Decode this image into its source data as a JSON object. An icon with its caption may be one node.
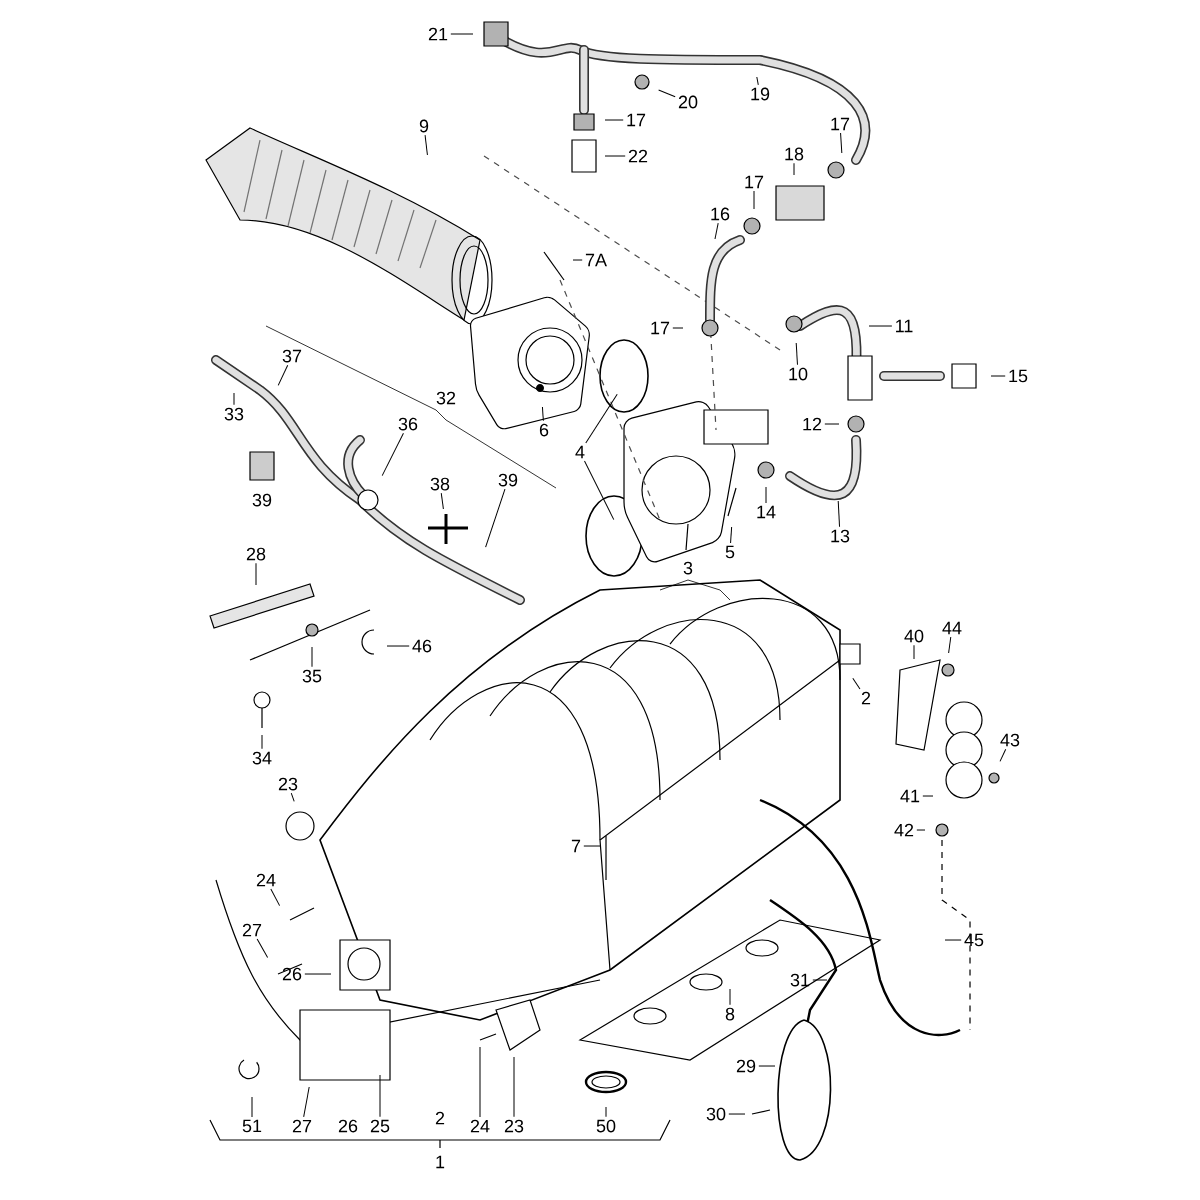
{
  "diagram": {
    "nodes": [
      {
        "text": [
          "21"
        ]
      },
      {
        "text": [
          "20"
        ]
      },
      {
        "text": [
          "19"
        ]
      },
      {
        "text": [
          "17"
        ]
      },
      {
        "text": [
          "22"
        ]
      },
      {
        "text": [
          "9"
        ]
      },
      {
        "text": [
          "18"
        ]
      },
      {
        "text": [
          "17"
        ]
      },
      {
        "text": [
          "17"
        ]
      },
      {
        "text": [
          "16"
        ]
      },
      {
        "text": [
          "7A"
        ]
      },
      {
        "text": [
          "17"
        ]
      },
      {
        "text": [
          "11"
        ]
      },
      {
        "text": [
          "10"
        ]
      },
      {
        "text": [
          "15"
        ]
      },
      {
        "text": [
          "6"
        ]
      },
      {
        "text": [
          "12"
        ]
      },
      {
        "text": [
          "4"
        ]
      },
      {
        "text": [
          "14"
        ]
      },
      {
        "text": [
          "13"
        ]
      },
      {
        "text": [
          "5"
        ]
      },
      {
        "text": [
          "37"
        ]
      },
      {
        "text": [
          "33"
        ]
      },
      {
        "text": [
          "36"
        ]
      },
      {
        "text": [
          "38"
        ]
      },
      {
        "text": [
          "39"
        ]
      },
      {
        "text": [
          "28"
        ]
      },
      {
        "text": [
          "40"
        ]
      },
      {
        "text": [
          "44"
        ]
      },
      {
        "text": [
          "46"
        ]
      },
      {
        "text": [
          "35"
        ]
      },
      {
        "text": [
          "2"
        ]
      },
      {
        "text": [
          "43"
        ]
      },
      {
        "text": [
          "34"
        ]
      },
      {
        "text": [
          "41"
        ]
      },
      {
        "text": [
          "23"
        ]
      },
      {
        "text": [
          "42"
        ]
      },
      {
        "text": [
          "7"
        ]
      },
      {
        "text": [
          "24"
        ]
      },
      {
        "text": [
          "27"
        ]
      },
      {
        "text": [
          "45"
        ]
      },
      {
        "text": [
          "26"
        ]
      },
      {
        "text": [
          "31"
        ]
      },
      {
        "text": [
          "8"
        ]
      },
      {
        "text": [
          "29"
        ]
      },
      {
        "text": [
          "30"
        ]
      },
      {
        "text": [
          "51"
        ]
      },
      {
        "text": [
          "27"
        ]
      },
      {
        "text": [
          "25"
        ]
      },
      {
        "text": [
          "24"
        ]
      },
      {
        "text": [
          "23"
        ]
      },
      {
        "text": [
          "50"
        ]
      }
    ],
    "edges": [
      {
        "from": 0,
        "to": null,
        "arrow": "none"
      },
      {
        "from": 1,
        "to": null,
        "arrow": "none"
      },
      {
        "from": 2,
        "to": null,
        "arrow": "none"
      },
      {
        "from": 3,
        "to": null,
        "arrow": "none"
      },
      {
        "from": 4,
        "to": null,
        "arrow": "none"
      },
      {
        "from": 5,
        "to": null,
        "arrow": "none"
      },
      {
        "from": 6,
        "to": null,
        "arrow": "none"
      },
      {
        "from": 7,
        "to": null,
        "arrow": "none"
      },
      {
        "from": 8,
        "to": null,
        "arrow": "none"
      },
      {
        "from": 9,
        "to": null,
        "arrow": "none"
      },
      {
        "from": 10,
        "to": null,
        "arrow": "none"
      },
      {
        "from": 11,
        "to": null,
        "arrow": "none"
      },
      {
        "from": 12,
        "to": null,
        "arrow": "none"
      },
      {
        "from": 13,
        "to": null,
        "arrow": "none"
      },
      {
        "from": 14,
        "to": null,
        "arrow": "none"
      },
      {
        "from": 15,
        "to": null,
        "arrow": "none"
      },
      {
        "from": 16,
        "to": null,
        "arrow": "none"
      },
      {
        "from": 17,
        "to": null,
        "arrow": "none"
      },
      {
        "from": 17,
        "to": null,
        "arrow": "none"
      },
      {
        "from": 18,
        "to": null,
        "arrow": "none"
      },
      {
        "from": 19,
        "to": null,
        "arrow": "none"
      },
      {
        "from": 20,
        "to": null,
        "arrow": "none"
      },
      {
        "from": 21,
        "to": null,
        "arrow": "none"
      },
      {
        "from": 22,
        "to": null,
        "arrow": "none"
      },
      {
        "from": 23,
        "to": null,
        "arrow": "none"
      },
      {
        "from": 24,
        "to": null,
        "arrow": "none"
      },
      {
        "from": 25,
        "to": null,
        "arrow": "none"
      },
      {
        "from": 26,
        "to": null,
        "arrow": "none"
      },
      {
        "from": 27,
        "to": null,
        "arrow": "none"
      },
      {
        "from": 28,
        "to": null,
        "arrow": "none"
      },
      {
        "from": 29,
        "to": null,
        "arrow": "none"
      },
      {
        "from": 30,
        "to": null,
        "arrow": "none"
      },
      {
        "from": 31,
        "to": null,
        "arrow": "none"
      },
      {
        "from": 32,
        "to": null,
        "arrow": "none"
      },
      {
        "from": 33,
        "to": null,
        "arrow": "none"
      },
      {
        "from": 34,
        "to": null,
        "arrow": "none"
      },
      {
        "from": 35,
        "to": null,
        "arrow": "none"
      },
      {
        "from": 36,
        "to": null,
        "arrow": "none"
      },
      {
        "from": 37,
        "to": null,
        "arrow": "none"
      },
      {
        "from": 38,
        "to": null,
        "arrow": "none"
      },
      {
        "from": 39,
        "to": null,
        "arrow": "none"
      },
      {
        "from": 40,
        "to": null,
        "arrow": "none"
      },
      {
        "from": 41,
        "to": null,
        "arrow": "none"
      },
      {
        "from": 42,
        "to": null,
        "arrow": "none"
      },
      {
        "from": 43,
        "to": null,
        "arrow": "none"
      },
      {
        "from": 44,
        "to": null,
        "arrow": "none"
      },
      {
        "from": 45,
        "to": null,
        "arrow": "none"
      },
      {
        "from": 46,
        "to": null,
        "arrow": "none"
      },
      {
        "from": 47,
        "to": null,
        "arrow": "none"
      },
      {
        "from": 48,
        "to": null,
        "arrow": "none"
      },
      {
        "from": 49,
        "to": null,
        "arrow": "none"
      },
      {
        "from": 50,
        "to": null,
        "arrow": "none"
      },
      {
        "from": 51,
        "to": null,
        "arrow": "none"
      }
    ],
    "labels": [
      "32",
      "39",
      "3",
      "2",
      "26",
      "1"
    ]
  }
}
